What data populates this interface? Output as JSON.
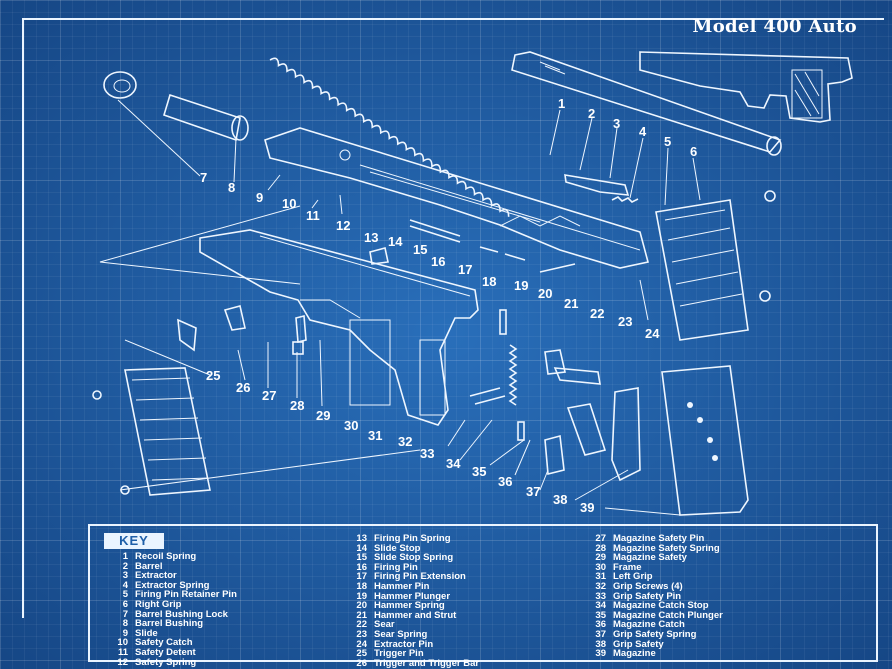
{
  "title": "Model 400 Auto",
  "key_title": "KEY",
  "callouts": [
    "1",
    "2",
    "3",
    "4",
    "5",
    "6",
    "7",
    "8",
    "9",
    "10",
    "11",
    "12",
    "13",
    "14",
    "15",
    "16",
    "17",
    "18",
    "19",
    "20",
    "21",
    "22",
    "23",
    "24",
    "25",
    "26",
    "27",
    "28",
    "29",
    "30",
    "31",
    "32",
    "33",
    "34",
    "35",
    "36",
    "37",
    "38",
    "39"
  ],
  "key": {
    "col1": [
      {
        "n": "1",
        "label": "Recoil Spring"
      },
      {
        "n": "2",
        "label": "Barrel"
      },
      {
        "n": "3",
        "label": "Extractor"
      },
      {
        "n": "4",
        "label": "Extractor Spring"
      },
      {
        "n": "5",
        "label": "Firing Pin Retainer Pin"
      },
      {
        "n": "6",
        "label": "Right Grip"
      },
      {
        "n": "7",
        "label": "Barrel Bushing Lock"
      },
      {
        "n": "8",
        "label": "Barrel Bushing"
      },
      {
        "n": "9",
        "label": "Slide"
      },
      {
        "n": "10",
        "label": "Safety Catch"
      },
      {
        "n": "11",
        "label": "Safety Detent"
      },
      {
        "n": "12",
        "label": "Safety Spring"
      }
    ],
    "col2": [
      {
        "n": "13",
        "label": "Firing Pin Spring"
      },
      {
        "n": "14",
        "label": "Slide Stop"
      },
      {
        "n": "15",
        "label": "Slide Stop Spring"
      },
      {
        "n": "16",
        "label": "Firing Pin"
      },
      {
        "n": "17",
        "label": "Firing Pin Extension"
      },
      {
        "n": "18",
        "label": "Hammer Pin"
      },
      {
        "n": "19",
        "label": "Hammer Plunger"
      },
      {
        "n": "20",
        "label": "Hammer Spring"
      },
      {
        "n": "21",
        "label": "Hammer and Strut"
      },
      {
        "n": "22",
        "label": "Sear"
      },
      {
        "n": "23",
        "label": "Sear Spring"
      },
      {
        "n": "24",
        "label": "Extractor Pin"
      },
      {
        "n": "25",
        "label": "Trigger Pin"
      },
      {
        "n": "26",
        "label": "Trigger and Trigger Bar"
      }
    ],
    "col3": [
      {
        "n": "27",
        "label": "Magazine Safety Pin"
      },
      {
        "n": "28",
        "label": "Magazine Safety Spring"
      },
      {
        "n": "29",
        "label": "Magazine Safety"
      },
      {
        "n": "30",
        "label": "Frame"
      },
      {
        "n": "31",
        "label": "Left Grip"
      },
      {
        "n": "32",
        "label": "Grip Screws (4)"
      },
      {
        "n": "33",
        "label": "Grip Safety Pin"
      },
      {
        "n": "34",
        "label": "Magazine Catch Stop"
      },
      {
        "n": "35",
        "label": "Magazine Catch Plunger"
      },
      {
        "n": "36",
        "label": "Magazine Catch"
      },
      {
        "n": "37",
        "label": "Grip Safety Spring"
      },
      {
        "n": "38",
        "label": "Grip Safety"
      },
      {
        "n": "39",
        "label": "Magazine"
      }
    ]
  }
}
